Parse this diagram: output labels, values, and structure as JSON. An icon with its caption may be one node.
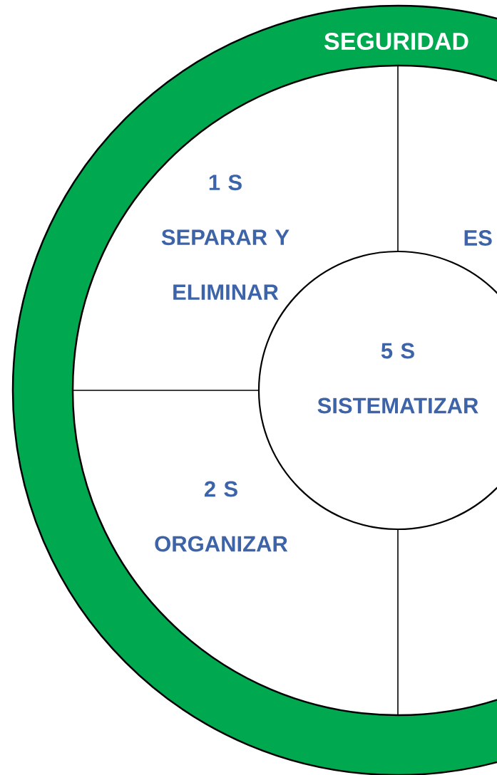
{
  "diagram": {
    "nodes": [
      {
        "text": [
          "SEGURIDAD"
        ]
      },
      {
        "text": [
          "1 S",
          "SEPARAR Y ELIMINAR"
        ],
        "in": 0
      },
      {
        "text": [
          "5 S",
          "SISTEMATIZAR"
        ],
        "in": 0
      },
      {
        "text": [
          "2 S",
          "ORGANIZAR"
        ],
        "in": 0
      },
      {
        "text": [
          "ES"
        ],
        "in": 0
      }
    ]
  }
}
